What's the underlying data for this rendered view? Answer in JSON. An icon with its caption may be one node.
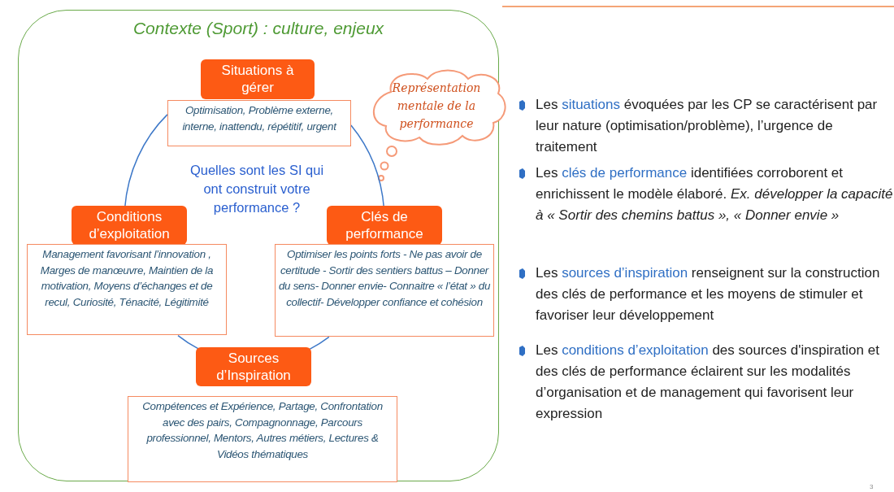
{
  "diagram": {
    "nodes": [
      {
        "text": [
          "Contexte (Sport) : culture, enjeux"
        ]
      },
      {
        "text": [
          "Situations à gérer"
        ],
        "in": 0
      },
      {
        "text": [
          "Optimisation, Problème externe, interne, inattendu, répétitif, urgent"
        ],
        "in": 0
      },
      {
        "text": [
          "Représentation mentale de la performance"
        ],
        "in": 0
      },
      {
        "text": [
          "Quelles sont les SI qui ont construit votre performance ?"
        ],
        "in": 0
      },
      {
        "text": [
          "Conditions d’exploitation"
        ],
        "in": 0
      },
      {
        "text": [
          "Management favorisant l’innovation , Marges de manœuvre, Maintien de la motivation, Moyens d’échanges et de recul, Curiosité, Ténacité, Légitimité"
        ],
        "in": 0
      },
      {
        "text": [
          "Clés de performance"
        ],
        "in": 0
      },
      {
        "text": [
          "Optimiser les points forts - Ne pas avoir de certitude - Sortir des sentiers battus – Donner du sens- Donner envie- Connaitre « l’état » du collectif- Développer confiance et cohésion"
        ],
        "in": 0
      },
      {
        "text": [
          "Sources d’Inspiration"
        ],
        "in": 0
      },
      {
        "text": [
          "Compétences et Expérience, Partage, Confrontation avec des pairs, Compagnonnage, Parcours professionnel, Mentors, Autres métiers, Lectures & Vidéos thématiques"
        ],
        "in": 0
      }
    ],
    "edges": [
      {
        "from": 2,
        "to": 7,
        "arrow": "none"
      },
      {
        "from": 8,
        "to": 9,
        "arrow": "none"
      },
      {
        "from": 9,
        "to": 6,
        "arrow": "none"
      },
      {
        "from": 5,
        "to": 2,
        "arrow": "none"
      }
    ],
    "labels": [
      "Les **situations** évoquées par les CP se caractérisent par leur nature (optimisation/problème), l’urgence de traitement",
      "Les **clés de performance** identifiées corroborent et enrichissent le modèle élaboré. *Ex. développer la capacité à « Sortir des chemins battus », « Donner envie »*",
      "Les **sources d’inspiration** renseignent sur la construction des clés de performance et les moyens de stimuler et favoriser leur développement",
      "Les **conditions d’exploitation** des sources d'inspiration et des clés de performance éclairent sur les modalités d’organisation et de management qui favorisent leur expression",
      "3"
    ]
  }
}
